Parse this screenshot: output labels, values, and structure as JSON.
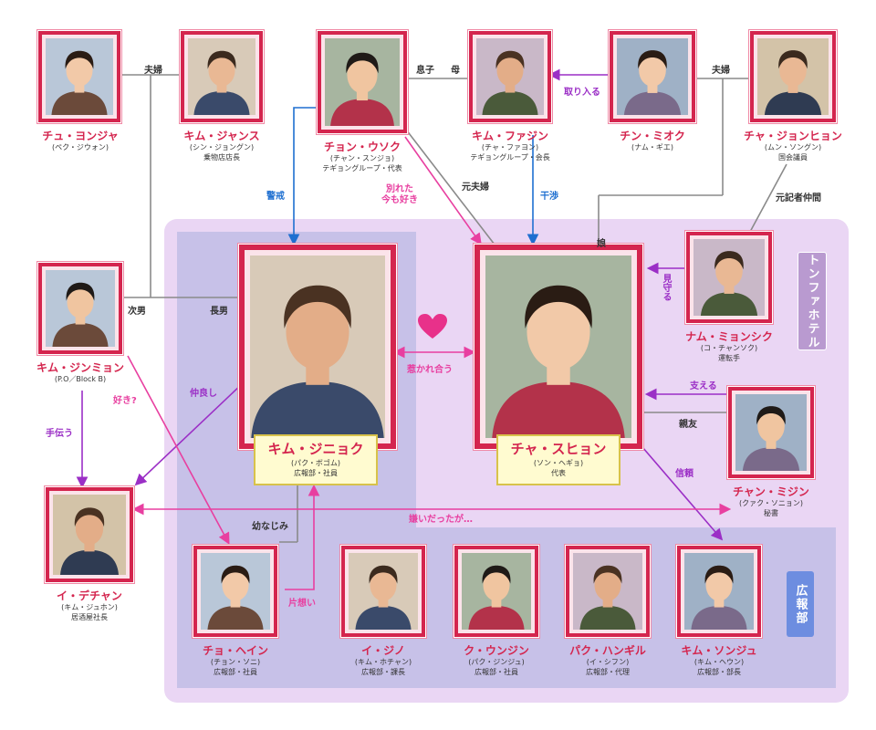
{
  "labels": {
    "hotel": "トンファホテル",
    "pr": "広報部"
  },
  "people": [
    {
      "id": "chu-youngja",
      "name": "チュ・ヨンジャ",
      "actor": "(ペク・ジウォン)",
      "role": ""
    },
    {
      "id": "kim-jangsu",
      "name": "キム・ジャンス",
      "actor": "(シン・ジョングン)",
      "role": "乗物店店長"
    },
    {
      "id": "jeong-woosuk",
      "name": "チョン・ウソク",
      "actor": "(チャン・スンジョ)",
      "role": "テギョングループ・代表"
    },
    {
      "id": "kim-hwajin",
      "name": "キム・ファジン",
      "actor": "(チャ・ファヨン)",
      "role": "テギョングループ・会長"
    },
    {
      "id": "jin-miok",
      "name": "チン・ミオク",
      "actor": "(ナム・ギエ)",
      "role": ""
    },
    {
      "id": "cha-jonghyun",
      "name": "チャ・ジョンヒョン",
      "actor": "(ムン・ソングン)",
      "role": "国会議員"
    },
    {
      "id": "kim-jinmyung",
      "name": "キム・ジンミョン",
      "actor": "(P.O／Block B)",
      "role": ""
    },
    {
      "id": "kim-jinhyuk",
      "name": "キム・ジニョク",
      "actor": "(パク・ボゴム)",
      "role": "広報部・社員"
    },
    {
      "id": "cha-soohyun",
      "name": "チャ・スヒョン",
      "actor": "(ソン・ヘギョ)",
      "role": "代表"
    },
    {
      "id": "nam-myungsik",
      "name": "ナム・ミョンシク",
      "actor": "(コ・チャンソク)",
      "role": "運転手"
    },
    {
      "id": "jang-mijin",
      "name": "チャン・ミジン",
      "actor": "(クァク・ソニョン)",
      "role": "秘書"
    },
    {
      "id": "lee-daechan",
      "name": "イ・デチャン",
      "actor": "(キム・ジュホン)",
      "role": "居酒屋社長"
    },
    {
      "id": "jo-hyein",
      "name": "チョ・ヘイン",
      "actor": "(チョン・ソニ)",
      "role": "広報部・社員"
    },
    {
      "id": "lee-jino",
      "name": "イ・ジノ",
      "actor": "(キム・ホチャン)",
      "role": "広報部・課長"
    },
    {
      "id": "ku-woonjin",
      "name": "ク・ウンジン",
      "actor": "(パク・ジンジュ)",
      "role": "広報部・社員"
    },
    {
      "id": "park-hangil",
      "name": "パク・ハンギル",
      "actor": "(イ・シフン)",
      "role": "広報部・代理"
    },
    {
      "id": "kim-sunju",
      "name": "キム・ソンジュ",
      "actor": "(キム・ヘウン)",
      "role": "広報部・部長"
    }
  ],
  "relations": {
    "fuufu_left": "夫婦",
    "fuufu_right": "夫婦",
    "musuko": "息子",
    "haha": "母",
    "toriiru": "取り入る",
    "keikai": "警戒",
    "wakareta": "別れた\n今も好き",
    "motofuufu": "元夫婦",
    "kanshou": "干渉",
    "motokisha": "元記者仲間",
    "musume": "娘",
    "mimamoru": "見守る",
    "jinan": "次男",
    "chounan": "長男",
    "hikareau": "惹かれ合う",
    "ささえる": "支える",
    "shinyuu": "親友",
    "nakayoshi": "仲良し",
    "suki": "好き?",
    "tetsudau": "手伝う",
    "shinrai": "信頼",
    "kirai": "嫌いだったが…",
    "osananajimi": "幼なじみ",
    "kataomoi": "片想い"
  },
  "colors": {
    "frame": "#d4254e",
    "purple": "#9b2fc6",
    "magenta": "#e83fa0",
    "blue": "#1e6fd0",
    "gray_line": "#8a8a8a"
  }
}
